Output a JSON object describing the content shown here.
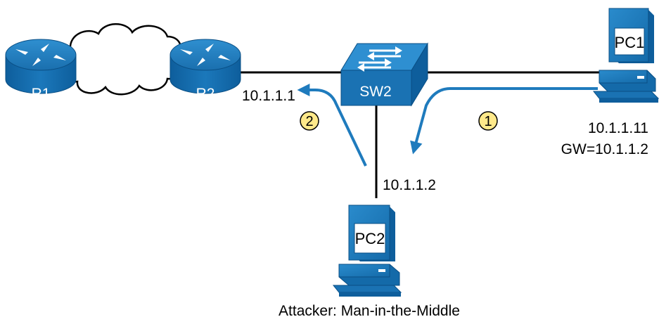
{
  "devices": {
    "r1": {
      "label": "R1"
    },
    "r2": {
      "label": "R2"
    },
    "sw2": {
      "label": "SW2"
    },
    "pc1": {
      "label": "PC1",
      "ip": "10.1.1.11",
      "gateway": "GW=10.1.1.2"
    },
    "pc2": {
      "label": "PC2",
      "ip": "10.1.1.2",
      "caption": "Attacker: Man-in-the-Middle"
    }
  },
  "addresses": {
    "r2_ip": "10.1.1.1"
  },
  "steps": [
    {
      "number": "1"
    },
    {
      "number": "2"
    }
  ],
  "colors": {
    "device_blue": "#1f7bbd",
    "device_dark": "#0d5a94",
    "arrow_blue": "#1f7bbd",
    "badge_fill": "#ffe98a",
    "cloud_stroke": "#000000"
  }
}
